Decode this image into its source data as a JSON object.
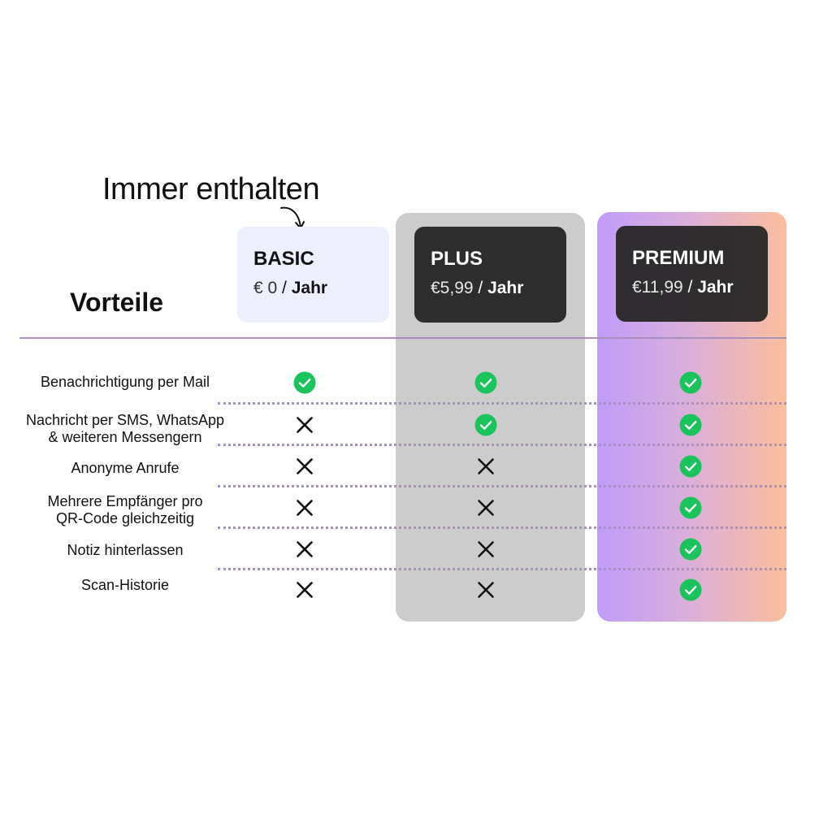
{
  "note": {
    "text": "Immer enthalten",
    "icon": "curved-arrow-icon"
  },
  "section_title": "Vorteile",
  "plans": [
    {
      "id": "basic",
      "name": "BASIC",
      "price": "€ 0",
      "separator": " / ",
      "period": "Jahr"
    },
    {
      "id": "plus",
      "name": "PLUS",
      "price": "€5,99",
      "separator": " / ",
      "period": "Jahr"
    },
    {
      "id": "premium",
      "name": "PREMIUM",
      "price": "€11,99",
      "separator": " / ",
      "period": "Jahr"
    }
  ],
  "features": [
    {
      "label": "Benachrichtigung per Mail",
      "basic": true,
      "plus": true,
      "premium": true
    },
    {
      "label": "Nachricht per SMS, WhatsApp\n& weiteren Messengern",
      "basic": false,
      "plus": true,
      "premium": true
    },
    {
      "label": "Anonyme Anrufe",
      "basic": false,
      "plus": false,
      "premium": true
    },
    {
      "label": "Mehrere Empfänger pro\nQR-Code gleichzeitig",
      "basic": false,
      "plus": false,
      "premium": true
    },
    {
      "label": "Notiz hinterlassen",
      "basic": false,
      "plus": false,
      "premium": true
    },
    {
      "label": "Scan-Historie",
      "basic": false,
      "plus": false,
      "premium": true
    }
  ],
  "icons": {
    "included": "check-circle-icon",
    "excluded": "cross-icon"
  },
  "colors": {
    "check_green": "#1bc35c",
    "cross": "#111111",
    "plus_column": "#cccccc",
    "premium_gradient_start": "#c09cf9",
    "premium_gradient_end": "#fbbe9d",
    "divider": "#a98fbe"
  }
}
